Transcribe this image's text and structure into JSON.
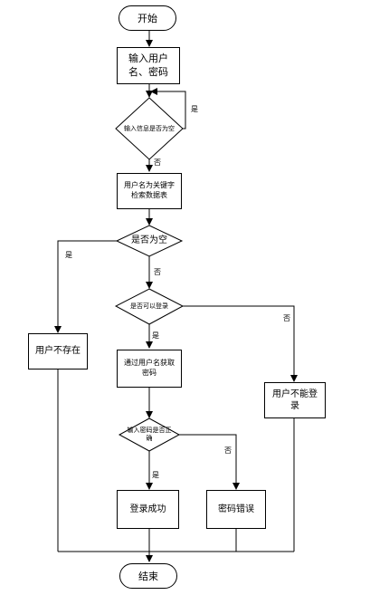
{
  "nodes": {
    "start": "开始",
    "input_credentials": "输入用户名、密码",
    "check_input_empty": "输入信息是否为空",
    "query_by_username": "用户名为关键字检索数据表",
    "check_result_empty": "是否为空",
    "user_not_exist": "用户不存在",
    "check_can_login": "是否可以登录",
    "get_password": "通过用户名获取密码",
    "cannot_login": "用户不能登录",
    "check_password": "输入密码是否正确",
    "login_success": "登录成功",
    "password_error": "密码错误",
    "end": "结束"
  },
  "edge_labels": {
    "yes": "是",
    "no": "否"
  },
  "colors": {
    "stroke": "#000000",
    "fill": "#ffffff"
  }
}
